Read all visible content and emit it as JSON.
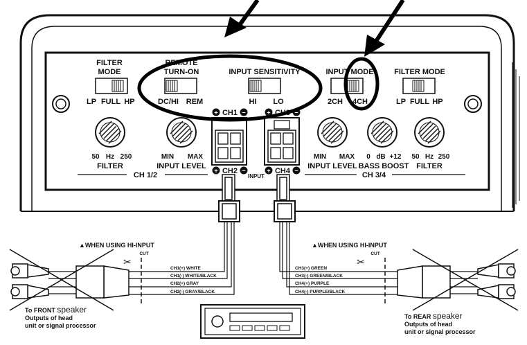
{
  "colors": {
    "line": "#111111",
    "panel_fill": "#ffffff",
    "callout": "#000000"
  },
  "panel": {
    "filter_mode_left": "FILTER\nMODE",
    "filter_left_options": [
      "LP",
      "FULL",
      "HP"
    ],
    "remote_turn_on": "REMOTE\nTURN-ON",
    "remote_options": [
      "DC/HI",
      "REM"
    ],
    "input_sensitivity": "INPUT SENSITIVITY",
    "sensitivity_options": [
      "HI",
      "LO"
    ],
    "input_mode": "INPUT MODE",
    "input_mode_options": [
      "2CH",
      "4CH"
    ],
    "filter_mode_right": "FILTER MODE",
    "filter_right_options": [
      "LP",
      "FULL",
      "HP"
    ],
    "knob_filter_left": {
      "scale": [
        "50",
        "Hz",
        "250"
      ],
      "label": "FILTER"
    },
    "knob_input_left": {
      "scale": [
        "MIN",
        "MAX"
      ],
      "label": "INPUT LEVEL"
    },
    "knob_input_right": {
      "scale": [
        "MIN",
        "MAX"
      ],
      "label": "INPUT LEVEL"
    },
    "knob_bass": {
      "scale": [
        "0",
        "dB",
        "+12"
      ],
      "label": "BASS BOOST"
    },
    "knob_filter_right": {
      "scale": [
        "50",
        "Hz",
        "250"
      ],
      "label": "FILTER"
    },
    "group_left": "CH 1/2",
    "group_right": "CH 3/4",
    "ch1": "CH1",
    "ch2": "CH2",
    "ch3": "CH3",
    "ch4": "CH4",
    "input": "INPUT",
    "plus": "+",
    "minus": "−"
  },
  "left_harness": {
    "heading": "▲WHEN USING HI-INPUT",
    "cut": "CUT",
    "wires": [
      "CH1(+) WHITE",
      "CH1(-) WHITE/BLACK",
      "CH2(+) GRAY",
      "CH2(-) GRAY/BLACK"
    ],
    "speaker_prefix": "To FRONT",
    "speaker_word": "speaker",
    "outputs": [
      "Outputs of head",
      "unit or signal processor"
    ]
  },
  "right_harness": {
    "heading": "▲WHEN USING HI-INPUT",
    "cut": "CUT",
    "wires": [
      "CH3(+) GREEN",
      "CH3(-) GREEN/BLACK",
      "CH4(+) PURPLE",
      "CH4(-) PURPLE/BLACK"
    ],
    "speaker_prefix": "To REAR",
    "speaker_word": "speaker",
    "outputs": [
      "Outputs of head",
      "unit or signal processor"
    ]
  }
}
